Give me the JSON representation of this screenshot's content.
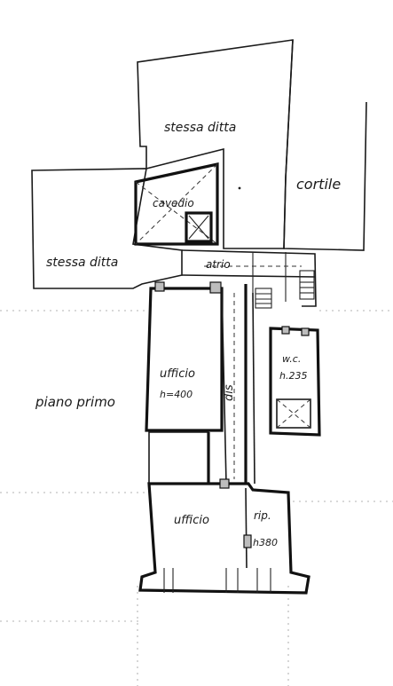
{
  "labels": {
    "stessa_ditta_top": "stessa ditta",
    "cortile": "cortile",
    "cavedio": "cavedio",
    "stessa_ditta_left": "stessa ditta",
    "atrio": "atrio",
    "ufficio_upper": "ufficio",
    "h_upper": "h=400",
    "dis": "dis",
    "wc": "w.c.",
    "h_wc": "h.235",
    "piano_primo": "piano primo",
    "ufficio_lower": "ufficio",
    "rip": "rip.",
    "h_lower": "h380"
  }
}
